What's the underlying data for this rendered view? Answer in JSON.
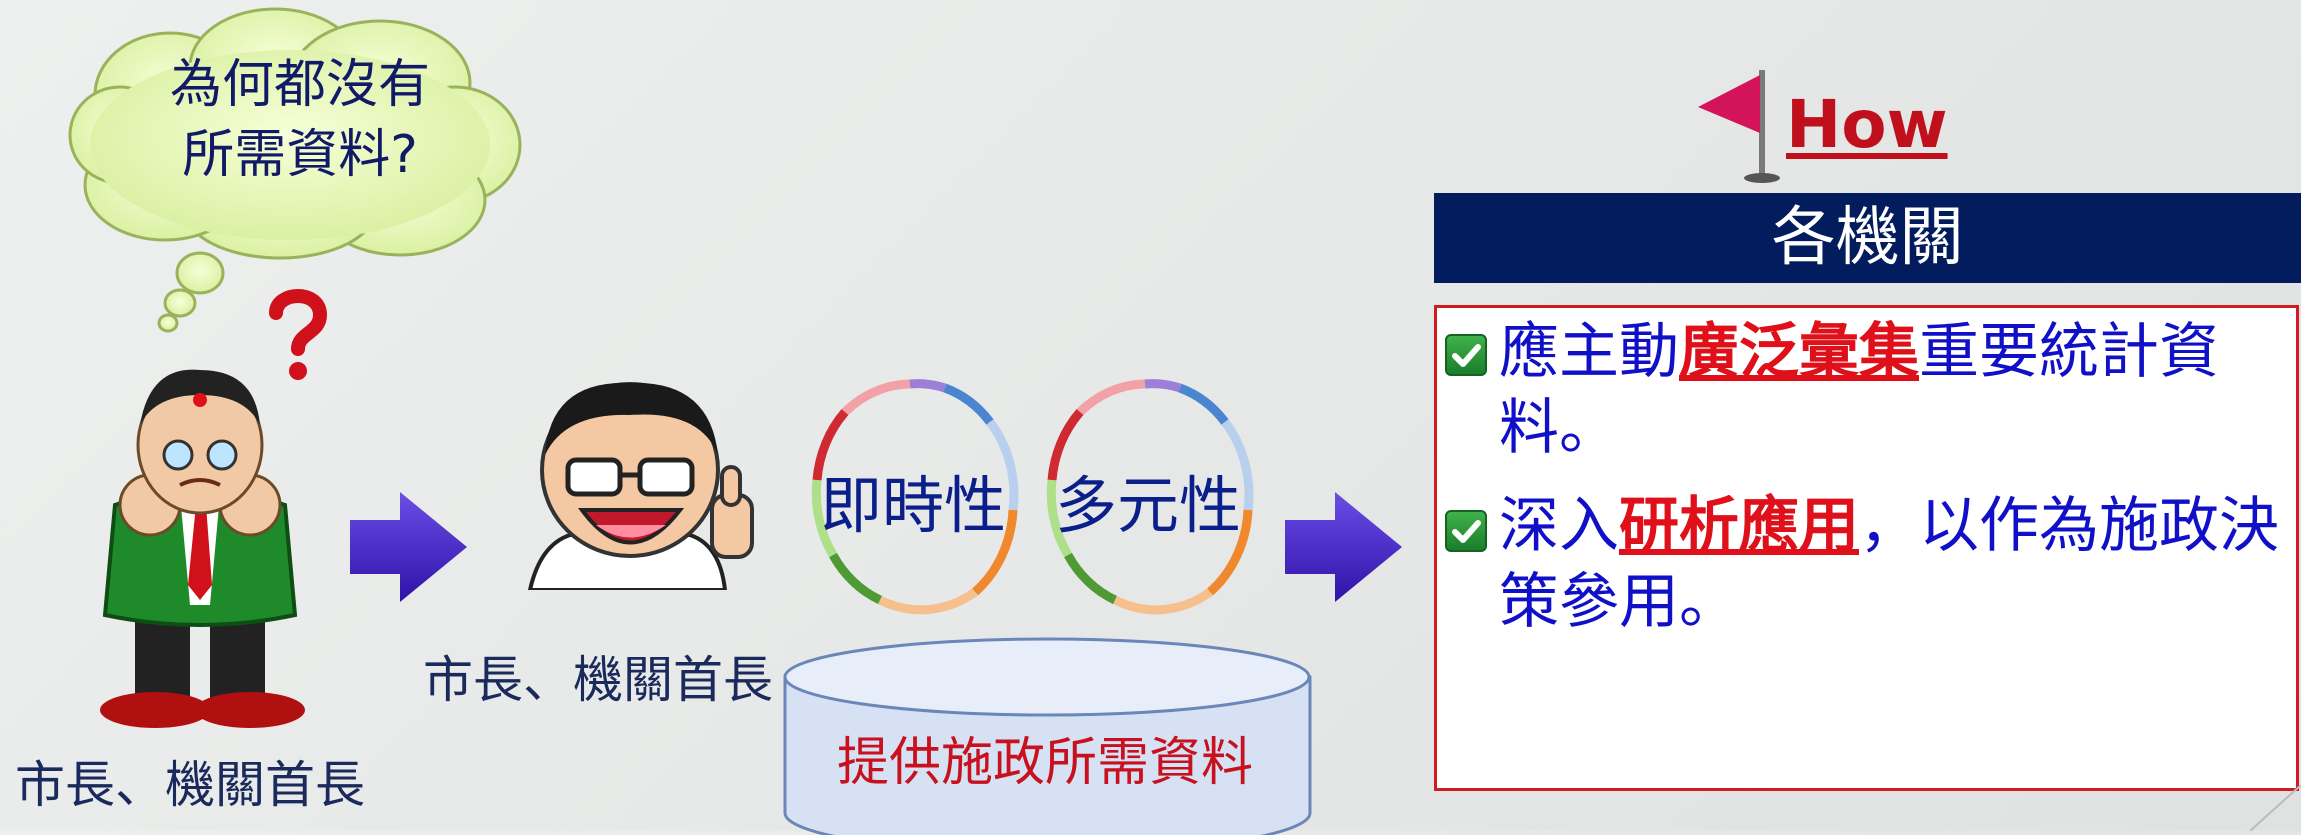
{
  "thought_bubble": {
    "line1": "為何都沒有",
    "line2": "所需資料?"
  },
  "figure_left_caption": "市長、機關首長",
  "figure_right_caption": "市長、機關首長",
  "ring_left_label": "即時性",
  "ring_right_label": "多元性",
  "database_label": "提供施政所需資料",
  "how_label": "How",
  "header_label": "各機關",
  "bullets": [
    {
      "before": "應主動",
      "highlight": "廣泛彙集",
      "after": "重要統計資料。"
    },
    {
      "before": "深入",
      "highlight": "研析應用",
      "after": "，以作為施政決策參用。"
    }
  ],
  "colors": {
    "header_bg": "#021c5e",
    "accent_red": "#e0101a",
    "bullet_text": "#1010c8",
    "arrow": "#3d1bc0"
  }
}
